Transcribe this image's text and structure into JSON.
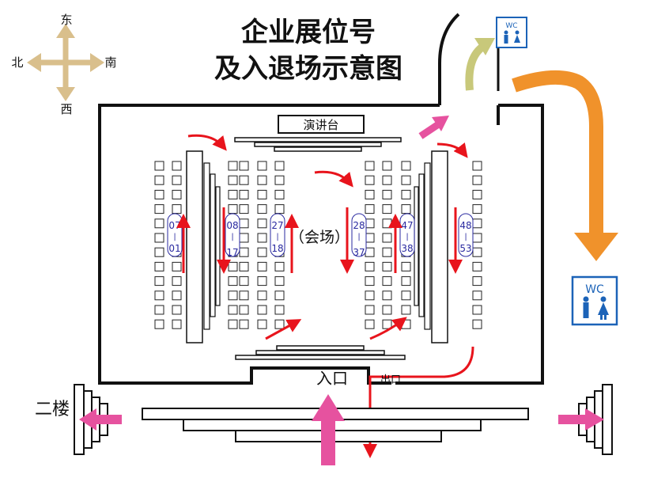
{
  "title": {
    "line1": "企业展位号",
    "line2": "及入退场示意图"
  },
  "compass": {
    "top": "东",
    "left": "北",
    "right": "南",
    "bottom": "西",
    "color": "#d9bf8c"
  },
  "stage_label": "演讲台",
  "hall_label": "（会场）",
  "entrance_label": "入口",
  "exit_label": "出口",
  "second_floor_label": "二楼",
  "wc_label": "WC",
  "booth_ranges": [
    {
      "top": "07",
      "bottom": "01"
    },
    {
      "top": "08",
      "bottom": "17"
    },
    {
      "top": "27",
      "bottom": "18"
    },
    {
      "top": "28",
      "bottom": "37"
    },
    {
      "top": "47",
      "bottom": "38"
    },
    {
      "top": "48",
      "bottom": "53"
    }
  ],
  "colors": {
    "flow_arrow": "#e8141c",
    "pink_arrow": "#e6529f",
    "orange_arrow": "#f0922b",
    "olive_arrow": "#c8c87a",
    "wc_blue": "#1c63b8",
    "booth_number": "#2a2aa0"
  },
  "icons": [
    "compass-rose-icon",
    "wc-icon",
    "person-icon"
  ]
}
